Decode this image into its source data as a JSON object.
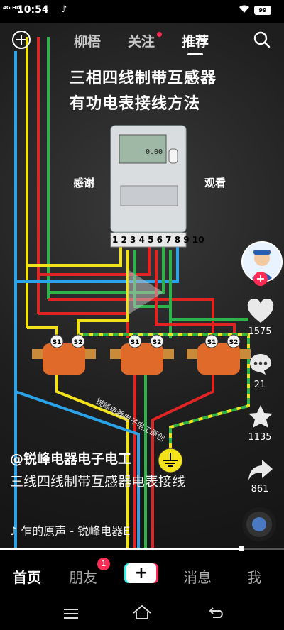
{
  "status_bar": {
    "time": "10:54",
    "network": "4G HD",
    "battery": "99"
  },
  "top_nav": {
    "tabs": [
      {
        "label": "柳梧",
        "active": false
      },
      {
        "label": "关注",
        "active": false,
        "dot": true
      },
      {
        "label": "推荐",
        "active": true
      }
    ],
    "add_icon": "add-circle-icon",
    "search_icon": "search-icon"
  },
  "video": {
    "title_line1": "三相四线制带互感器",
    "title_line2": "有功电表接线方法",
    "thanks": "感谢",
    "watch": "观看",
    "terminals": "1 2 3 4 5 6 7 8 9 10",
    "ct_labels": [
      "S1",
      "S2",
      "S1",
      "S2",
      "S1",
      "S2"
    ],
    "watermark": "锐峰电器电子电工原创"
  },
  "right_rail": {
    "likes": "1575",
    "comments": "21",
    "favorites": "1135",
    "shares": "861"
  },
  "caption": {
    "author": "@锐峰电器电子电工",
    "description": "三线四线制带互感器电表接线",
    "music": "♪ 乍的原声 - 锐峰电器E"
  },
  "progress": {
    "fraction": 0.85
  },
  "bottom_nav": {
    "home": "首页",
    "friends": "朋友",
    "friends_badge": "1",
    "plus": "+",
    "messages": "消息",
    "me": "我"
  },
  "colors": {
    "accent": "#fe2c55",
    "cyan": "#25f4ee"
  }
}
